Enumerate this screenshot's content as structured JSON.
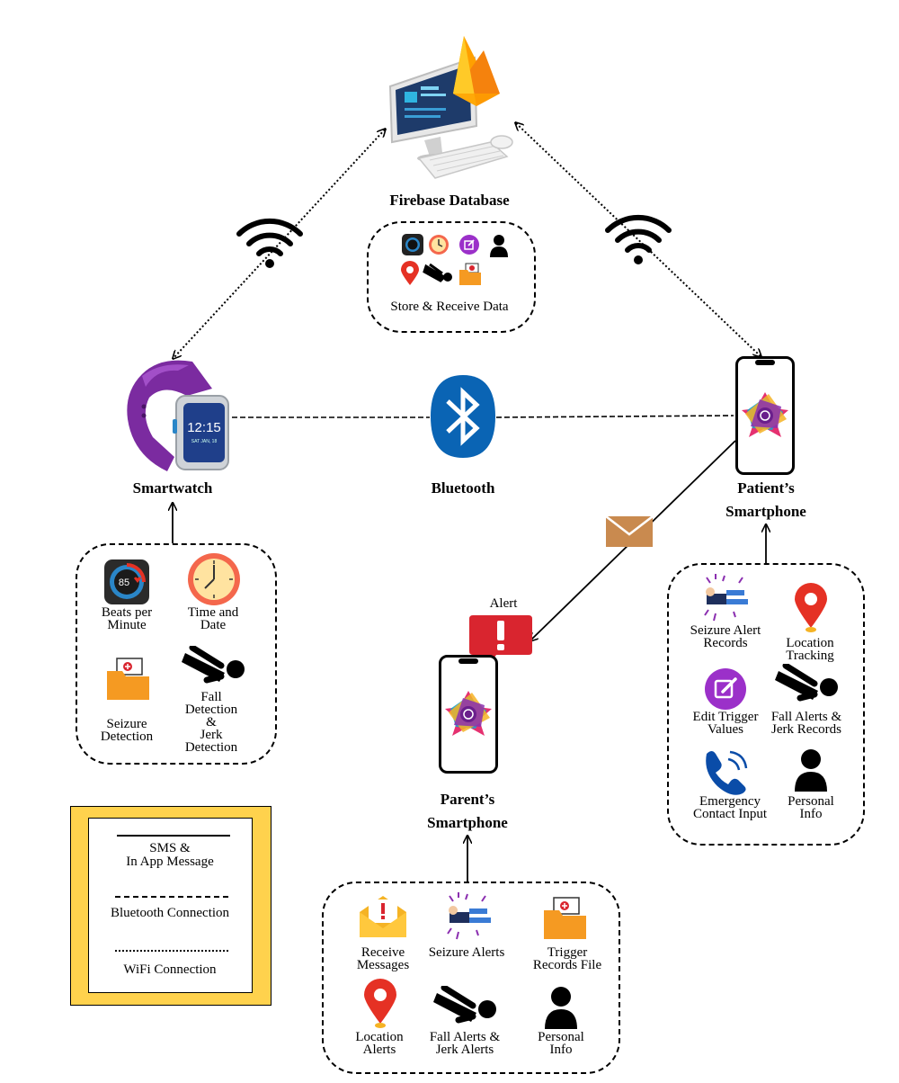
{
  "nodes": {
    "firebase": {
      "label": "Firebase Database",
      "box_label": "Store & Receive Data"
    },
    "smartwatch": {
      "label": "Smartwatch",
      "screen_time": "12:15",
      "screen_date": "SAT JAN, 18"
    },
    "bluetooth": {
      "label": "Bluetooth"
    },
    "patient_phone": {
      "label_line1": "Patient’s",
      "label_line2": "Smartphone"
    },
    "parent_phone": {
      "label_line1": "Parent’s",
      "label_line2": "Smartphone"
    },
    "alert": {
      "label": "Alert"
    }
  },
  "watch_features": {
    "bpm": {
      "line1": "Beats per",
      "line2": "Minute",
      "reading": "85"
    },
    "time": {
      "line1": "Time and",
      "line2": "Date"
    },
    "seizure": {
      "line1": "Seizure",
      "line2": "Detection"
    },
    "fall": {
      "line1": "Fall",
      "line2": "Detection",
      "line3": "&",
      "line4": "Jerk",
      "line5": "Detection"
    }
  },
  "patient_features": {
    "seizure_records": {
      "line1": "Seizure Alert",
      "line2": "Records"
    },
    "location": {
      "line1": "Location",
      "line2": "Tracking"
    },
    "edit_trigger": {
      "line1": "Edit Trigger",
      "line2": "Values"
    },
    "fall_records": {
      "line1": "Fall Alerts &",
      "line2": "Jerk Records"
    },
    "emergency": {
      "line1": "Emergency",
      "line2": "Contact Input"
    },
    "personal": {
      "line1": "Personal",
      "line2": "Info"
    }
  },
  "parent_features": {
    "receive": {
      "line1": "Receive",
      "line2": "Messages"
    },
    "seizure_alerts": {
      "line1": "Seizure Alerts"
    },
    "trigger_file": {
      "line1": "Trigger",
      "line2": "Records File"
    },
    "location": {
      "line1": "Location",
      "line2": "Alerts"
    },
    "fall_alerts": {
      "line1": "Fall Alerts &",
      "line2": "Jerk Alerts"
    },
    "personal": {
      "line1": "Personal",
      "line2": "Info"
    }
  },
  "legend": {
    "sms_line1": "SMS &",
    "sms_line2": "In App Message",
    "bluetooth": "Bluetooth Connection",
    "wifi": "WiFi Connection"
  },
  "colors": {
    "legend_frame": "#FFD24D",
    "bluetooth_blue": "#0A64B4",
    "alert_red": "#D9252F",
    "pin_red": "#E53124",
    "folder_orange": "#F59A22",
    "envelope_brown": "#C98A4F",
    "watch_purple": "#7B2BA0",
    "edit_purple": "#9B30C9",
    "phone_blue": "#0A4CA8",
    "firebase_orange": "#FFA000"
  },
  "icons": [
    "monitor-icon",
    "firebase-flame-icon",
    "wifi-icon",
    "bluetooth-icon",
    "smartwatch-icon",
    "smartphone-icon",
    "envelope-icon",
    "alert-bubble-icon",
    "heart-rate-icon",
    "clock-icon",
    "folder-record-icon",
    "fall-person-icon",
    "seizure-person-icon",
    "location-pin-icon",
    "edit-icon",
    "phone-call-icon",
    "person-icon",
    "message-alert-icon"
  ]
}
